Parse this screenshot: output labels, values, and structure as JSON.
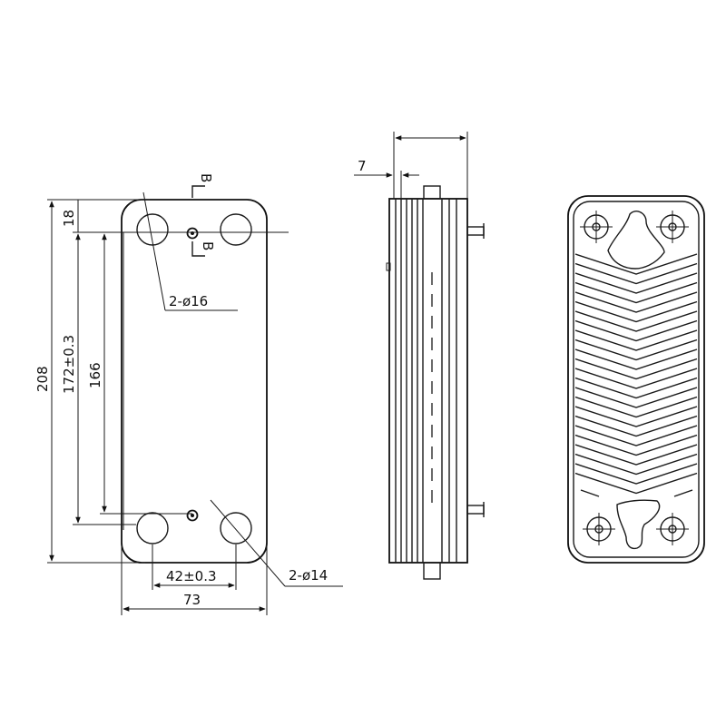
{
  "front_view": {
    "dim_height_total": "208",
    "dim_port_spacing_vertical": "172±0.3",
    "dim_inner_height": "166",
    "dim_top_offset": "18",
    "dim_width": "73",
    "dim_port_spacing_horizontal": "42±0.3",
    "callout_large_ports": "2-ø16",
    "callout_small_ports": "2-ø14",
    "section_label_top": "B",
    "section_label_bottom": "B"
  },
  "side_view": {
    "dim_end_plate": "7"
  }
}
